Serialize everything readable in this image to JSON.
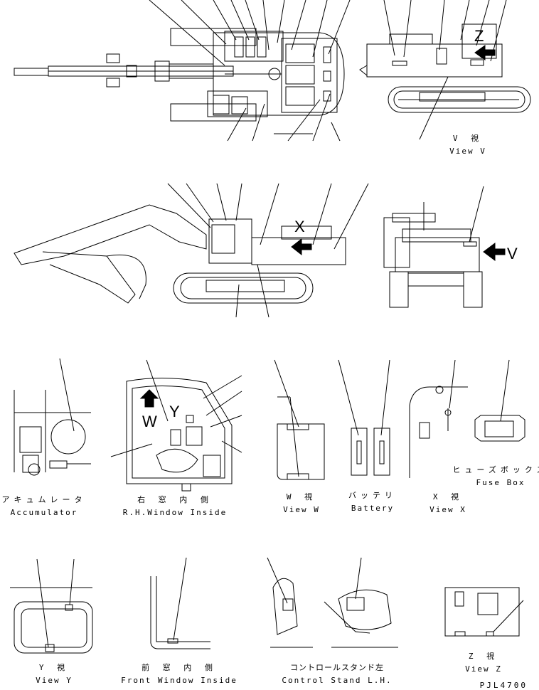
{
  "drawing_id": "PJL4700",
  "markers": {
    "v": "V",
    "x": "X",
    "z": "Z",
    "w": "W",
    "y": "Y"
  },
  "views": {
    "view_v": {
      "jp": "V 視",
      "en": "View V"
    },
    "accumulator": {
      "jp": "アキュムレータ",
      "en": "Accumulator"
    },
    "rh_window": {
      "jp": "右 窓 内 側",
      "en": "R.H.Window Inside"
    },
    "view_w": {
      "jp": "W 視",
      "en": "View W"
    },
    "battery": {
      "jp": "バッテリ",
      "en": "Battery"
    },
    "view_x": {
      "jp": "X 視",
      "en": "View X"
    },
    "fuse_box": {
      "jp": "ヒューズボックス",
      "en": "Fuse Box"
    },
    "view_y": {
      "jp": "Y 視",
      "en": "View Y"
    },
    "front_window": {
      "jp": "前 窓 内 側",
      "en": "Front Window Inside"
    },
    "control_stand": {
      "jp": "コントロールスタンド左",
      "en": "Control Stand L.H."
    },
    "view_z": {
      "jp": "Z 視",
      "en": "View Z"
    }
  }
}
